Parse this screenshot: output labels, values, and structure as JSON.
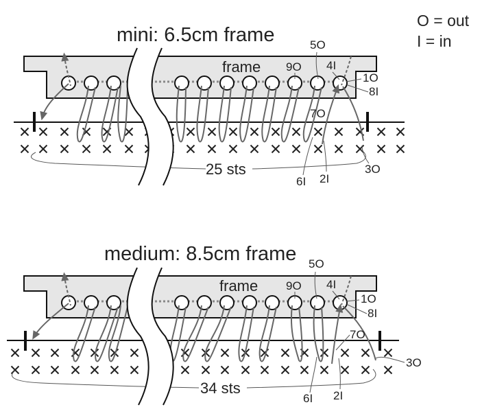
{
  "legend": {
    "out": "O = out",
    "in": "I = in"
  },
  "colors": {
    "frame": "#e6e6e6",
    "line": "#111111",
    "thread": "#666666",
    "hole": "#ffffff"
  },
  "diagrams": [
    {
      "title": "mini: 6.5cm frame",
      "frame_label": "frame",
      "stitch_count": "25 sts",
      "labels": {
        "l5O": "5O",
        "l9O": "9O",
        "l4I": "4I",
        "l1O": "1O",
        "l8I": "8I",
        "l7O": "7O",
        "l6I": "6I",
        "l2I": "2I",
        "l3O": "3O"
      }
    },
    {
      "title": "medium: 8.5cm frame",
      "frame_label": "frame",
      "stitch_count": "34 sts",
      "labels": {
        "l5O": "5O",
        "l9O": "9O",
        "l4I": "4I",
        "l1O": "1O",
        "l8I": "8I",
        "l7O": "7O",
        "l6I": "6I",
        "l2I": "2I",
        "l3O": "3O"
      }
    }
  ]
}
